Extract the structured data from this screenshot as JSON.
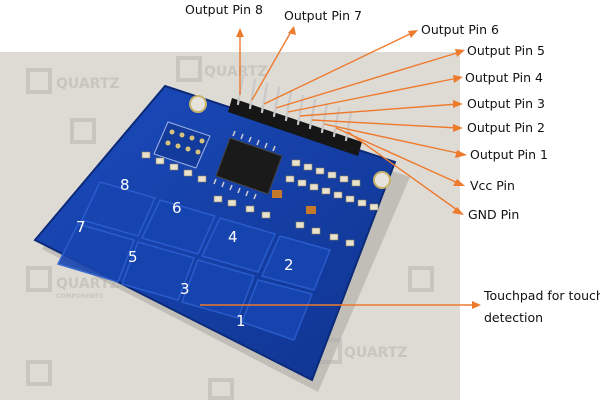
{
  "labels": {
    "pin8": "Output Pin 8",
    "pin7": "Output Pin 7",
    "pin6": "Output Pin 6",
    "pin5": "Output Pin 5",
    "pin4": "Output Pin 4",
    "pin3": "Output Pin 3",
    "pin2": "Output Pin 2",
    "pin1": "Output Pin 1",
    "vcc": "Vcc Pin",
    "gnd": "GND Pin",
    "touchpad": "Touchpad for touch detection"
  },
  "pad_numbers": {
    "p1": "1",
    "p2": "2",
    "p3": "3",
    "p4": "4",
    "p5": "5",
    "p6": "6",
    "p7": "7",
    "p8": "8"
  },
  "watermark": "QUARTZ",
  "watermark_sub": "COMPONENTS",
  "colors": {
    "arrow": "#ee7a2e",
    "board": "#1640a8",
    "pad_text": "#ffffff"
  }
}
